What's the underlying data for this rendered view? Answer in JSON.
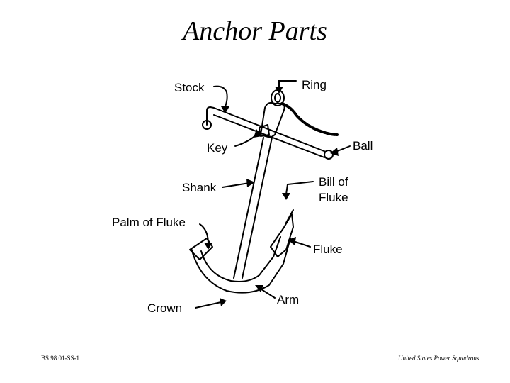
{
  "title": "Anchor Parts",
  "labels": {
    "stock": "Stock",
    "ring": "Ring",
    "key": "Key",
    "ball": "Ball",
    "shank": "Shank",
    "bill_line1": "Bill of",
    "bill_line2": "Fluke",
    "palm": "Palm of Fluke",
    "fluke": "Fluke",
    "crown": "Crown",
    "arm": "Arm"
  },
  "footer": {
    "left": "BS 98 01-SS-1",
    "right": "United States Power Squadrons"
  }
}
